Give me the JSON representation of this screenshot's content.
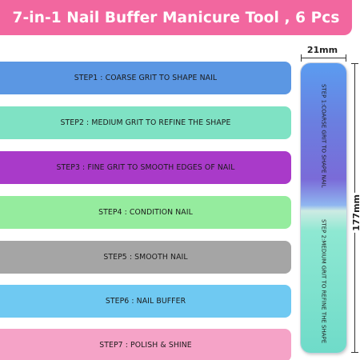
{
  "title": "7-in-1 Nail Buffer Manicure Tool , 6 Pcs",
  "steps": [
    {
      "label": "STEP1 : COARSE GRIT TO SHAPE NAIL",
      "color": "#5b97e3"
    },
    {
      "label": "STEP2 : MEDIUM GRIT TO REFINE THE SHAPE",
      "color": "#7fe2c4"
    },
    {
      "label": "STEP3 : FINE GRIT TO SMOOTH EDGES OF NAIL",
      "color": "#a93ac9"
    },
    {
      "label": "STEP4 : CONDITION NAIL",
      "color": "#95ec9e"
    },
    {
      "label": "STEP5 : SMOOTH NAIL",
      "color": "#a5a5a5"
    },
    {
      "label": "STEP6 : NAIL BUFFER",
      "color": "#6fc9f2"
    },
    {
      "label": "STEP7 : POLISH & SHINE",
      "color": "#f5a3c7"
    }
  ],
  "file": {
    "side1_label": "STEP 1:COARSE GRIT TO SHAPE NAIL",
    "side2_label": "STEP 2:MEDIUM GRIT TO REFINE THE SHAPE"
  },
  "dimensions": {
    "width": "21mm",
    "length": "177mm"
  },
  "colors": {
    "title_banner": "#f2679f"
  }
}
